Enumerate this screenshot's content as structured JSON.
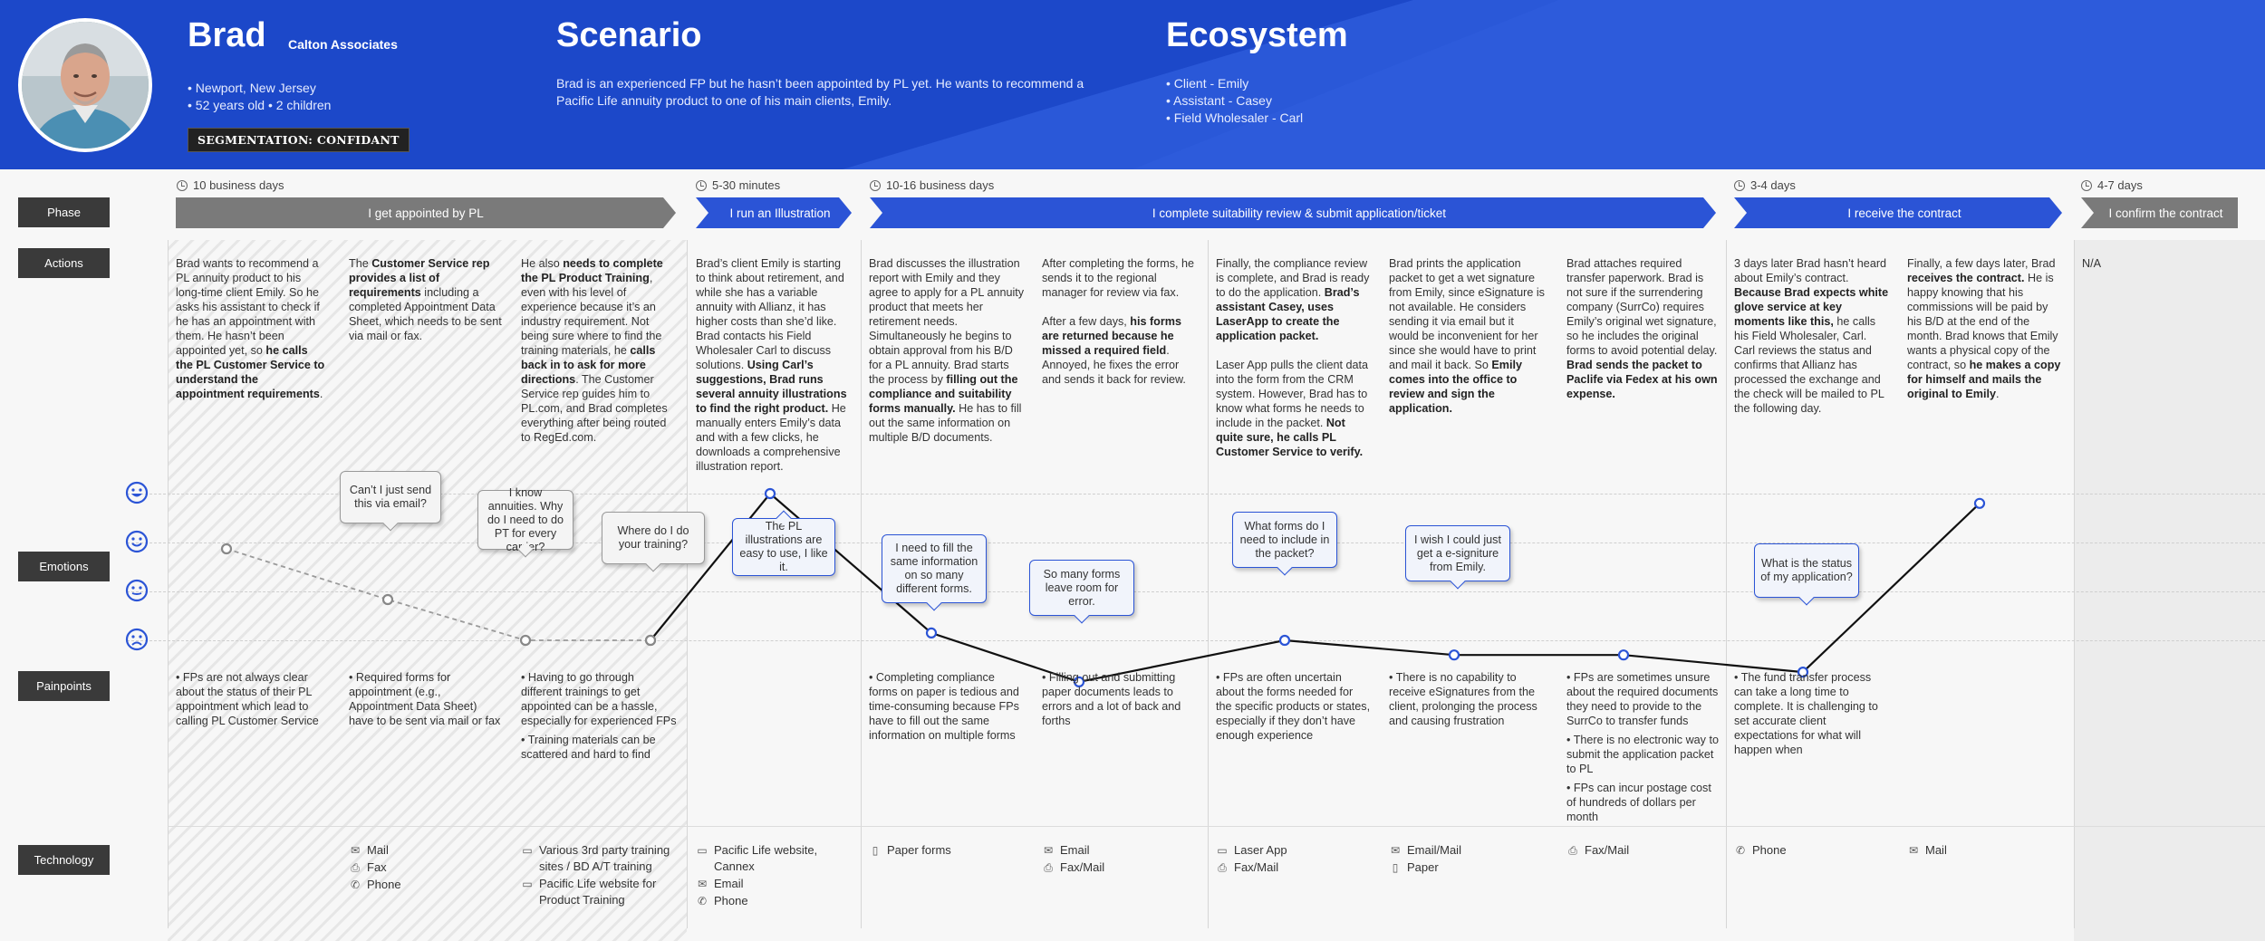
{
  "persona": {
    "name": "Brad",
    "company": "Calton Associates",
    "location": "• Newport, New Jersey",
    "details": "• 52 years old • 2 children",
    "segmentation": "SEGMENTATION: CONFIDANT"
  },
  "scenario": {
    "title": "Scenario",
    "text": "Brad is an experienced FP but he hasn’t been appointed by PL yet. He wants to recommend a Pacific Life annuity product to one of his main clients, Emily."
  },
  "ecosystem": {
    "title": "Ecosystem",
    "items": [
      "• Client - Emily",
      "• Assistant - Casey",
      "• Field Wholesaler - Carl"
    ]
  },
  "row_labels": {
    "phase": "Phase",
    "actions": "Actions",
    "emotions": "Emotions",
    "painpoints": "Painpoints",
    "technology": "Technology"
  },
  "phases": [
    {
      "duration": "10 business days",
      "label": "I get appointed by PL",
      "color": "#7a7a7a"
    },
    {
      "duration": "5-30 minutes",
      "label": "I run an Illustration",
      "color": "#2b54d6"
    },
    {
      "duration": "10-16 business days",
      "label": "I complete suitability review & submit application/ticket",
      "color": "#2b54d6"
    },
    {
      "duration": "3-4 days",
      "label": "I receive the contract",
      "color": "#2b54d6"
    },
    {
      "duration": "4-7 days",
      "label": "I confirm the contract",
      "color": "#7a7a7a"
    }
  ],
  "actions": [
    "Brad wants to recommend a PL annuity product to his long-time client Emily. So he asks his assistant to check if he has an appointment with them. He hasn’t been appointed yet, so <b>he calls the PL Customer Service to understand the appointment requirements</b>.",
    "The <b>Customer Service rep provides a list of requirements</b> including a completed Appointment Data Sheet, which needs to be sent via mail or fax.",
    "He also <b>needs to complete the PL Product Training</b>, even with his level of experience because it’s an industry requirement. Not being sure where to find the training materials, he <b>calls back in to ask for more directions</b>. The Customer Service rep guides him to PL.com, and Brad completes everything after being routed to RegEd.com.",
    "Brad’s client Emily is starting to think about retirement, and while she has a variable annuity with Allianz, it has higher costs than she’d like. Brad contacts his Field Wholesaler Carl to discuss solutions. <b>Using Carl’s suggestions, Brad runs several annuity illustrations to find the right product.</b> He manually enters Emily’s data and with a few clicks, he downloads a comprehensive illustration report.",
    "Brad discusses the illustration report with Emily and they agree to apply for a PL annuity product that meets her retirement needs. Simultaneously he begins to obtain approval from his B/D for a PL annuity. Brad starts the process by <b>filling out the compliance and suitability forms manually.</b> He has to fill out the same information on multiple B/D documents.",
    "After completing the forms, he sends it to the regional manager for review via fax.<br><br>After a few days, <b>his forms are returned because he missed a required field</b>. Annoyed, he fixes the error and sends it back for review.",
    "Finally, the compliance review is complete, and Brad is ready to do the application. <b>Brad’s assistant Casey, uses LaserApp to create the application packet.</b><br><br>Laser App pulls the client data into the form from the CRM system. However, Brad has to know what forms he needs to include in the packet. <b>Not quite sure, he calls PL Customer Service to verify.</b>",
    "Brad prints the application packet to get a wet signature from Emily, since eSignature is not available. He considers sending it via email but it would be inconvenient for her since she would have to print and mail it back. So <b>Emily comes into the office to review and sign the application.</b>",
    "Brad attaches required transfer paperwork. Brad is not sure if the surrendering company (SurrCo) requires Emily’s original wet signature, so he includes the original forms to avoid potential delay. <b>Brad sends the packet to Paclife via Fedex at his own expense.</b>",
    "3 days later Brad hasn’t heard about Emily’s contract. <b>Because Brad expects white glove service at key moments like this,</b> he calls his Field Wholesaler, Carl. Carl reviews the status and confirms that Allianz has processed the exchange and the check will be mailed to PL the following day.",
    "Finally, a few days later, Brad <b>receives the contract.</b> He is happy knowing that his commissions will be paid by his B/D at the end of the month. Brad knows that Emily wants a physical copy of the contract, so <b>he makes a copy for himself and mails the original to Emily</b>.",
    "N/A"
  ],
  "emotions": {
    "levels": [
      "very-happy",
      "happy",
      "neutral",
      "sad"
    ],
    "dotted_points": [
      2,
      3,
      4,
      4
    ],
    "solid_points": [
      4,
      1,
      3.85,
      4.85,
      4,
      4.3,
      4.3,
      4.65,
      1.2
    ],
    "bubbles": [
      "Can’t I just send this via email?",
      "I know annuities. Why do I need to do PT for every carrier?",
      "Where do I do your training?",
      "The PL illustrations are easy to use, I like it.",
      "I need to fill the same information on so many different forms.",
      "So many forms leave room for error.",
      "What forms do I need to include in the packet?",
      "I wish I could just get a e-signiture from  Emily.",
      "What is the status of my application?"
    ]
  },
  "painpoints": [
    [
      "FPs are not always clear about the status of their PL appointment which lead to calling PL Customer Service"
    ],
    [
      "Required forms for appointment (e.g., Appointment Data Sheet) have to be sent via mail or fax"
    ],
    [
      "Having to go through different trainings to get appointed can be a hassle, especially for experienced FPs",
      "Training materials can be scattered and hard to find"
    ],
    [],
    [
      "Completing compliance forms on paper is tedious and time-consuming because FPs have to fill out the same information on multiple forms"
    ],
    [
      "Filling out and submitting paper documents leads to errors and a lot of back and forths"
    ],
    [
      "FPs are often uncertain about the forms needed for the specific products or states, especially if they don’t have enough experience"
    ],
    [
      "There is no capability to receive eSignatures from the client, prolonging the process and causing frustration"
    ],
    [
      "FPs are sometimes unsure about the required documents they need to provide to the SurrCo to transfer funds",
      "There is no electronic way to submit the application packet to PL",
      "FPs can incur postage cost of hundreds of dollars per month"
    ],
    [
      "The fund transfer process can take a long time to complete. It is challenging to set accurate client expectations for what will happen when"
    ],
    [],
    []
  ],
  "technology": [
    [],
    [
      {
        "icon": "mail-icon",
        "label": "Mail"
      },
      {
        "icon": "fax-icon",
        "label": "Fax"
      },
      {
        "icon": "phone-icon",
        "label": "Phone"
      }
    ],
    [
      {
        "icon": "monitor-icon",
        "label": "Various 3rd party training sites / BD A/T training"
      },
      {
        "icon": "monitor-icon",
        "label": "Pacific Life website for Product Training"
      }
    ],
    [
      {
        "icon": "monitor-icon",
        "label": "Pacific Life website, Cannex"
      },
      {
        "icon": "mail-icon",
        "label": "Email"
      },
      {
        "icon": "phone-icon",
        "label": "Phone"
      }
    ],
    [
      {
        "icon": "paper-icon",
        "label": "Paper forms"
      }
    ],
    [
      {
        "icon": "mail-icon",
        "label": "Email"
      },
      {
        "icon": "fax-icon",
        "label": "Fax/Mail"
      }
    ],
    [
      {
        "icon": "monitor-icon",
        "label": "Laser App"
      },
      {
        "icon": "fax-icon",
        "label": "Fax/Mail"
      }
    ],
    [
      {
        "icon": "mail-icon",
        "label": "Email/Mail"
      },
      {
        "icon": "paper-icon",
        "label": "Paper"
      }
    ],
    [
      {
        "icon": "fax-icon",
        "label": "Fax/Mail"
      }
    ],
    [
      {
        "icon": "phone-icon",
        "label": "Phone"
      }
    ],
    [
      {
        "icon": "mail-icon",
        "label": "Mail"
      }
    ],
    []
  ],
  "colors": {
    "header_blue": "#1c48c9",
    "phase_blue": "#2b54d6",
    "phase_gray": "#7a7a7a",
    "row_label": "#3a3a3a",
    "emotion_face": "#2b54d6"
  }
}
